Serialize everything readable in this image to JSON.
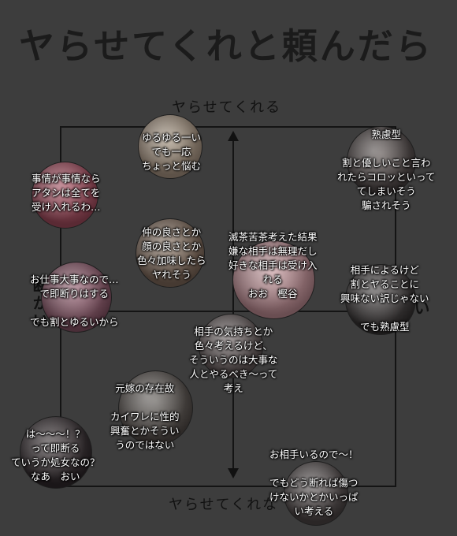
{
  "title": "ヤらせてくれと頼んだら",
  "axes": {
    "top": "ヤらせてくれる",
    "bottom": "ヤらせてくれな",
    "left_fragment": "断かい",
    "right_fragment": "い"
  },
  "notes": [
    {
      "id": "n1",
      "text": "ゆるゆる一い\nでも一応\nちょっと悩む"
    },
    {
      "id": "n2",
      "text": "熟慮型\n\n割と優しいこと言わ\nれたらコロッといって\nてしまいそう\n騙されそう"
    },
    {
      "id": "n3",
      "text": "事情が事情なら\nアタシは全てを\n受け入れるわ…"
    },
    {
      "id": "n4",
      "text": "仲の良さとか\n顔の良さとか\n色々加味したら\nヤれそう"
    },
    {
      "id": "n5",
      "text": "滅茶苦茶考えた結果\n嫌な相手は無理だし\n好きな相手は受け入\nれる\nおお　樫谷"
    },
    {
      "id": "n6",
      "text": "お仕事大事なので…\n　で即断りはする\n\nでも割とゆるいから"
    },
    {
      "id": "n7",
      "text": "相手によるけど\n割とヤることに\n興味ない訳じゃない\n\nでも熟慮型"
    },
    {
      "id": "n8",
      "text": "相手の気持ちとか\n色々考えるけど、\nそういうのは大事な\n人とやるべき〜って\n考え"
    },
    {
      "id": "n9",
      "text": "元嫁の存在故\n\nカイワレに性的\n興奮とかそうい\nうのではない"
    },
    {
      "id": "n10",
      "text": "は〜〜〜！？\nって即断る\nていうか処女なの？\nなあ　おい"
    },
    {
      "id": "n11",
      "text": "お相手いるので〜！\n\nでもどう断れば傷つ\nけないかとかいっぱ\nい考える"
    }
  ],
  "colors": {
    "background": "#3d3d3d",
    "lines": "#141414",
    "note_text": "#ffffff"
  }
}
